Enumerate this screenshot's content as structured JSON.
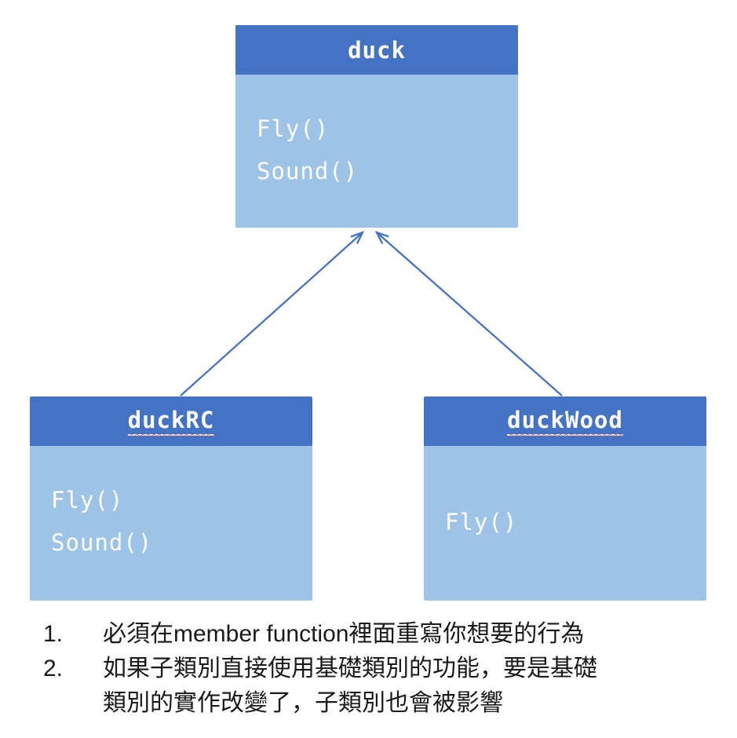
{
  "diagram": {
    "classes": [
      {
        "id": "duck",
        "title": "duck",
        "methods": [
          "Fly()",
          "Sound()"
        ]
      },
      {
        "id": "duckRC",
        "title": "duckRC",
        "methods": [
          "Fly()",
          "Sound()"
        ]
      },
      {
        "id": "duckWood",
        "title": "duckWood",
        "methods": [
          "Fly()"
        ]
      }
    ],
    "relations": [
      {
        "from": "duckRC",
        "to": "duck",
        "type": "inheritance"
      },
      {
        "from": "duckWood",
        "to": "duck",
        "type": "inheritance"
      }
    ],
    "colors": {
      "header": "#4472c4",
      "body": "#9dc3e6",
      "arrow": "#4472c4",
      "title_text": "#ffffff",
      "method_text": "#ffffff",
      "note_text": "#1a1a1a"
    }
  },
  "notes": {
    "items": [
      {
        "number": "1.",
        "text": "必須在member function裡面重寫你想要的行為"
      },
      {
        "number": "2.",
        "text": "如果子類別直接使用基礎類別的功能，要是基礎類別的實作改變了，子類別也會被影響"
      }
    ]
  }
}
